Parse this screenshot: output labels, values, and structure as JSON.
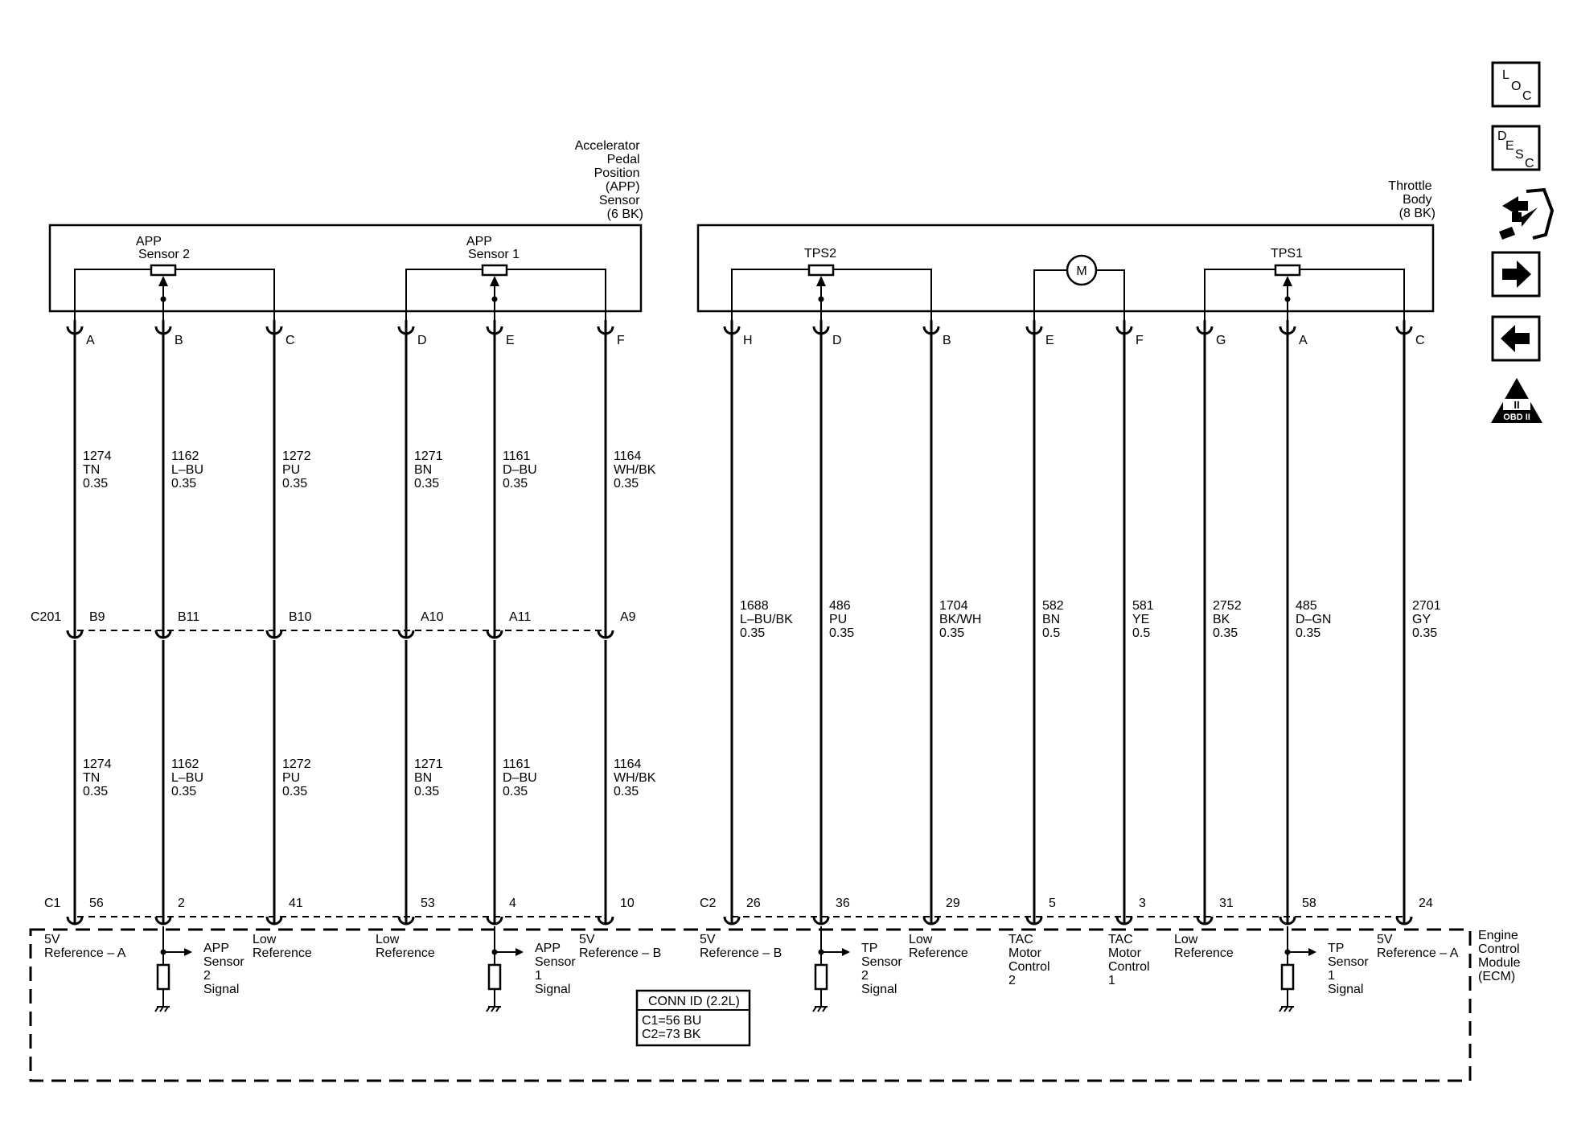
{
  "components": {
    "app_sensor": [
      "Accelerator",
      "Pedal",
      "Position",
      "(APP)",
      "Sensor",
      "(6 BK)"
    ],
    "throttle_body": [
      "Throttle",
      "Body",
      "(8 BK)"
    ],
    "ecm": [
      "Engine",
      "Control",
      "Module",
      "(ECM)"
    ],
    "app_sensor_2": [
      "APP",
      "Sensor 2"
    ],
    "app_sensor_1": [
      "APP",
      "Sensor 1"
    ],
    "tps2": "TPS2",
    "tps1": "TPS1",
    "motor": "M"
  },
  "connectors": {
    "c201": "C201",
    "c1": "C1",
    "c2": "C2"
  },
  "conn_id": {
    "title": "CONN ID (2.2L)",
    "lines": [
      "C1=56 BU",
      "C2=73 BK"
    ]
  },
  "wires": [
    {
      "pin": "A",
      "c201": "B9",
      "upper": [
        "1274",
        "TN",
        "0.35"
      ],
      "lower": [
        "1274",
        "TN",
        "0.35"
      ],
      "ecm_pin": "56",
      "ecm_label": [
        "5V",
        "Reference – A"
      ]
    },
    {
      "pin": "B",
      "c201": "B11",
      "upper": [
        "1162",
        "L–BU",
        "0.35"
      ],
      "lower": [
        "1162",
        "L–BU",
        "0.35"
      ],
      "ecm_pin": "2",
      "ecm_label": [
        "APP",
        "Sensor",
        "2",
        "Signal"
      ]
    },
    {
      "pin": "C",
      "c201": "B10",
      "upper": [
        "1272",
        "PU",
        "0.35"
      ],
      "lower": [
        "1272",
        "PU",
        "0.35"
      ],
      "ecm_pin": "41",
      "ecm_label": [
        "Low",
        "Reference"
      ]
    },
    {
      "pin": "D",
      "c201": "A10",
      "upper": [
        "1271",
        "BN",
        "0.35"
      ],
      "lower": [
        "1271",
        "BN",
        "0.35"
      ],
      "ecm_pin": "53",
      "ecm_label": [
        "Low",
        "Reference"
      ]
    },
    {
      "pin": "E",
      "c201": "A11",
      "upper": [
        "1161",
        "D–BU",
        "0.35"
      ],
      "lower": [
        "1161",
        "D–BU",
        "0.35"
      ],
      "ecm_pin": "4",
      "ecm_label": [
        "APP",
        "Sensor",
        "1",
        "Signal"
      ]
    },
    {
      "pin": "F",
      "c201": "A9",
      "upper": [
        "1164",
        "WH/BK",
        "0.35"
      ],
      "lower": [
        "1164",
        "WH/BK",
        "0.35"
      ],
      "ecm_pin": "10",
      "ecm_label": [
        "5V",
        "Reference – B"
      ]
    },
    {
      "pin": "H",
      "mid": [
        "1688",
        "L–BU/BK",
        "0.35"
      ],
      "ecm_pin": "26",
      "ecm_label": [
        "5V",
        "Reference – B"
      ]
    },
    {
      "pin": "D",
      "mid": [
        "486",
        "PU",
        "0.35"
      ],
      "ecm_pin": "36",
      "ecm_label": [
        "TP",
        "Sensor",
        "2",
        "Signal"
      ]
    },
    {
      "pin": "B",
      "mid": [
        "1704",
        "BK/WH",
        "0.35"
      ],
      "ecm_pin": "29",
      "ecm_label": [
        "Low",
        "Reference"
      ]
    },
    {
      "pin": "E",
      "mid": [
        "582",
        "BN",
        "0.5"
      ],
      "ecm_pin": "5",
      "ecm_label": [
        "TAC",
        "Motor",
        "Control",
        "2"
      ]
    },
    {
      "pin": "F",
      "mid": [
        "581",
        "YE",
        "0.5"
      ],
      "ecm_pin": "3",
      "ecm_label": [
        "TAC",
        "Motor",
        "Control",
        "1"
      ]
    },
    {
      "pin": "G",
      "mid": [
        "2752",
        "BK",
        "0.35"
      ],
      "ecm_pin": "31",
      "ecm_label": [
        "Low",
        "Reference"
      ]
    },
    {
      "pin": "A",
      "mid": [
        "485",
        "D–GN",
        "0.35"
      ],
      "ecm_pin": "58",
      "ecm_label": [
        "TP",
        "Sensor",
        "1",
        "Signal"
      ]
    },
    {
      "pin": "C",
      "mid": [
        "2701",
        "GY",
        "0.35"
      ],
      "ecm_pin": "24",
      "ecm_label": [
        "5V",
        "Reference – A"
      ]
    }
  ],
  "side_icons": {
    "loc": [
      "L",
      "O",
      "C"
    ],
    "desc": [
      "D",
      "E",
      "S",
      "C"
    ],
    "obd": {
      "numeral": "II",
      "label": "OBD II"
    }
  }
}
